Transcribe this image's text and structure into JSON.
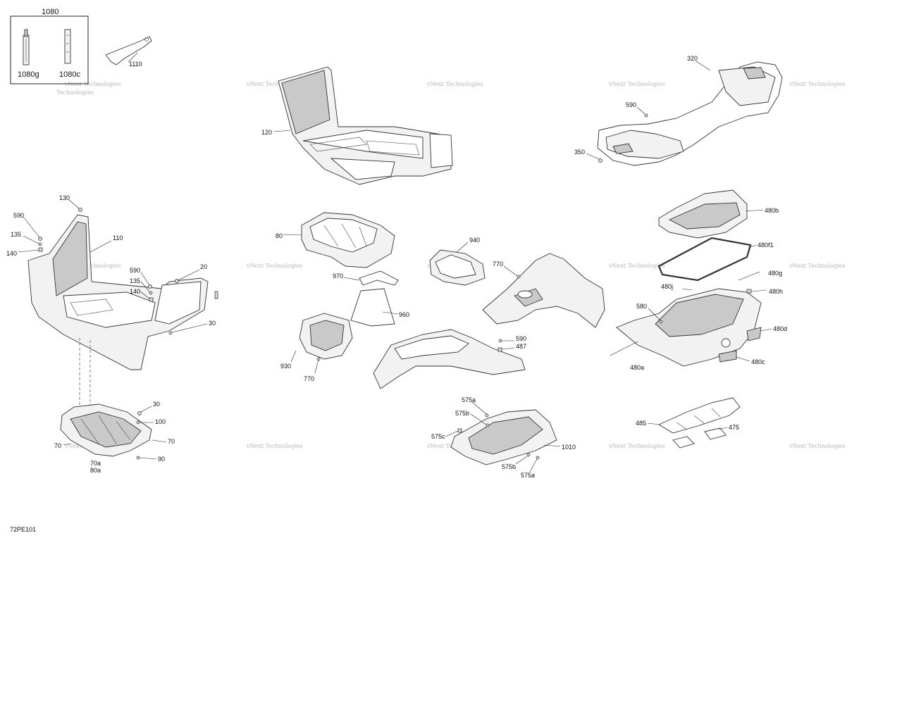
{
  "diagram_id": "72PE101",
  "kit": {
    "title": "1080",
    "items": [
      "1080g",
      "1080c"
    ]
  },
  "labels": {
    "l1110": "1110",
    "l120": "120",
    "l320": "320",
    "l590a": "590",
    "l350": "350",
    "l130": "130",
    "l590b": "590",
    "l135a": "135",
    "l140a": "140",
    "l110": "110",
    "l590c": "590",
    "l135b": "135",
    "l140b": "140",
    "l20": "20",
    "l30a": "30",
    "l80": "80",
    "l970": "970",
    "l960": "960",
    "l930": "930",
    "l770a": "770",
    "l940": "940",
    "l770b": "770",
    "l590d": "590",
    "l487": "487",
    "l480b": "480b",
    "l480f1": "480f1",
    "l480g": "480g",
    "l480j": "480j",
    "l480h": "480h",
    "l580": "580",
    "l480d": "480d",
    "l480a": "480a",
    "l480c": "480c",
    "l30b": "30",
    "l100": "100",
    "l70a": "70",
    "l70b": "70",
    "l90": "90",
    "l70a80a_1": "70a",
    "l70a80a_2": "80a",
    "l575a1": "575a",
    "l575b1": "575b",
    "l575c": "575c",
    "l1010": "1010",
    "l575b2": "575b",
    "l575a2": "575a",
    "l485": "485",
    "l475": "475"
  },
  "watermark": {
    "line1": "vNext Technologies",
    "line2": "Technologies"
  }
}
